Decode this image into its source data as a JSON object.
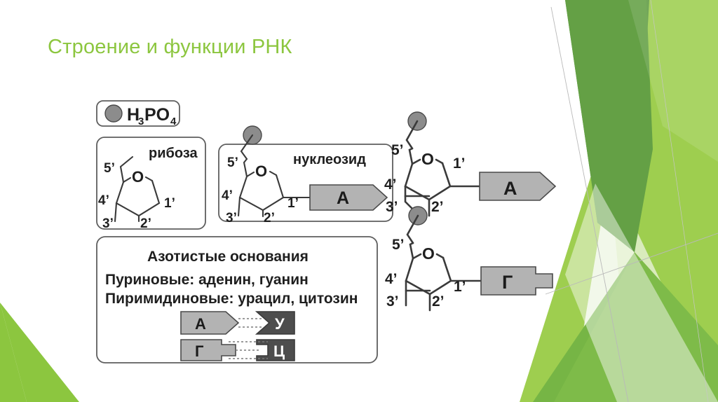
{
  "slide": {
    "title": "Строение и функции РНК",
    "title_color": "#8cc63f",
    "background": "#ffffff"
  },
  "theme": {
    "name": "facet-green-decoration",
    "colors": {
      "dark_green": "#5a9a40",
      "mid_green": "#6fb03f",
      "bright_green": "#8cc63f",
      "light_green": "#a8d45e",
      "pale_green": "#d7e9b4",
      "very_pale_green": "#e8f2d6",
      "hairline": "#b9b9b9"
    }
  },
  "figure": {
    "name": "rna-nucleotide-structure-diagram",
    "stroke": "#3a3a3a",
    "base_light_fill": "#b3b3b3",
    "base_dark_fill": "#4d4d4d",
    "phosphate_fill": "#8c8c8c",
    "box_stroke": "#5e5e5e",
    "phosphate_label": {
      "formula": "H",
      "sub1": "3",
      "mid": "PO",
      "sub2": "4",
      "full": "H3PO4"
    },
    "ribose_box": {
      "caption": "рибоза",
      "carbons": [
        "5’",
        "4’",
        "3’",
        "2’",
        "1’"
      ],
      "oxygen": "O"
    },
    "nucleoside_box": {
      "caption": "нуклеозид",
      "carbons": [
        "5’",
        "4’",
        "3’",
        "2’",
        "1’"
      ],
      "oxygen": "O",
      "base_label": "А"
    },
    "bases_box": {
      "heading": "Азотистые основания",
      "line_purine": "Пуриновые: аденин, гуанин",
      "line_pyrimidine": "Пиримидиновые: урацил, цитозин",
      "pairs": [
        {
          "left": "А",
          "right": "У",
          "bonds": 2
        },
        {
          "left": "Г",
          "right": "Ц",
          "bonds": 3
        }
      ]
    },
    "chain": {
      "nucleotides": [
        {
          "base_label": "А",
          "base_shape": "arrow",
          "carbons": [
            "5’",
            "4’",
            "3’",
            "2’",
            "1’"
          ],
          "oxygen": "O"
        },
        {
          "base_label": "Г",
          "base_shape": "tab",
          "carbons": [
            "5’",
            "4’",
            "3’",
            "2’",
            "1’"
          ],
          "oxygen": "O"
        }
      ]
    }
  }
}
